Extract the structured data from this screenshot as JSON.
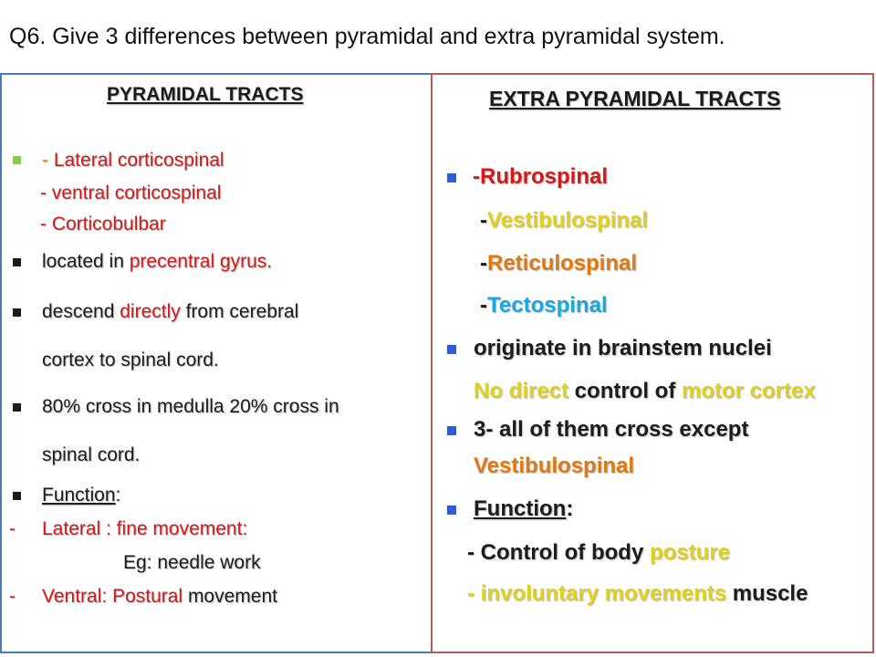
{
  "title": "Q6. Give 3 differences between pyramidal and extra pyramidal system.",
  "colors": {
    "left_border": "#4a7ab8",
    "right_border": "#b85a5a",
    "red": "#d21a1a",
    "yellow": "#e0d020",
    "orange": "#e07a10",
    "blue": "#1aa8e0"
  },
  "left": {
    "heading": "PYRAMIDAL TRACTS",
    "tracts": {
      "dash1": "- ",
      "lateral": "Lateral corticospinal",
      "ventral": "- ventral corticospinal",
      "corticobulbar": "- Corticobulbar"
    },
    "located": {
      "a": "located in ",
      "b": "precentral gyrus."
    },
    "descend": {
      "a": "descend ",
      "b": "directly",
      "c": " from cerebral",
      "line2": "cortex to spinal cord."
    },
    "cross": {
      "line1": " 80% cross in medulla 20% cross in",
      "line2": "spinal cord."
    },
    "function_label": "Function",
    "colon": ":",
    "lateral_fn": {
      "dash": "-",
      "text": "Lateral : fine movement:"
    },
    "eg": "Eg: needle work",
    "ventral_fn": {
      "dash": "-",
      "a": "Ventral:  ",
      "b": "Postural",
      "c": " movement"
    }
  },
  "right": {
    "heading": "EXTRA PYRAMIDAL TRACTS",
    "rubro": "  -Rubrospinal",
    "vest": {
      "dash": "-",
      "name": "Vestibulospinal"
    },
    "retic": {
      "dash": "-",
      "name": "Reticulospinal"
    },
    "tecto": {
      "dash": "-",
      "name": "Tectospinal"
    },
    "originate": "originate in brainstem nuclei",
    "nodirect": {
      "a": "No direct",
      "b": " control of ",
      "c": "motor cortex"
    },
    "cross": {
      "line1": "3- all of them cross except",
      "line2": "Vestibulospinal"
    },
    "function_label": "Function",
    "colon": ":",
    "posture": {
      "a": "- Control of body ",
      "b": "posture"
    },
    "invol": {
      "a": "- involuntary movements",
      "b": " muscle"
    }
  }
}
